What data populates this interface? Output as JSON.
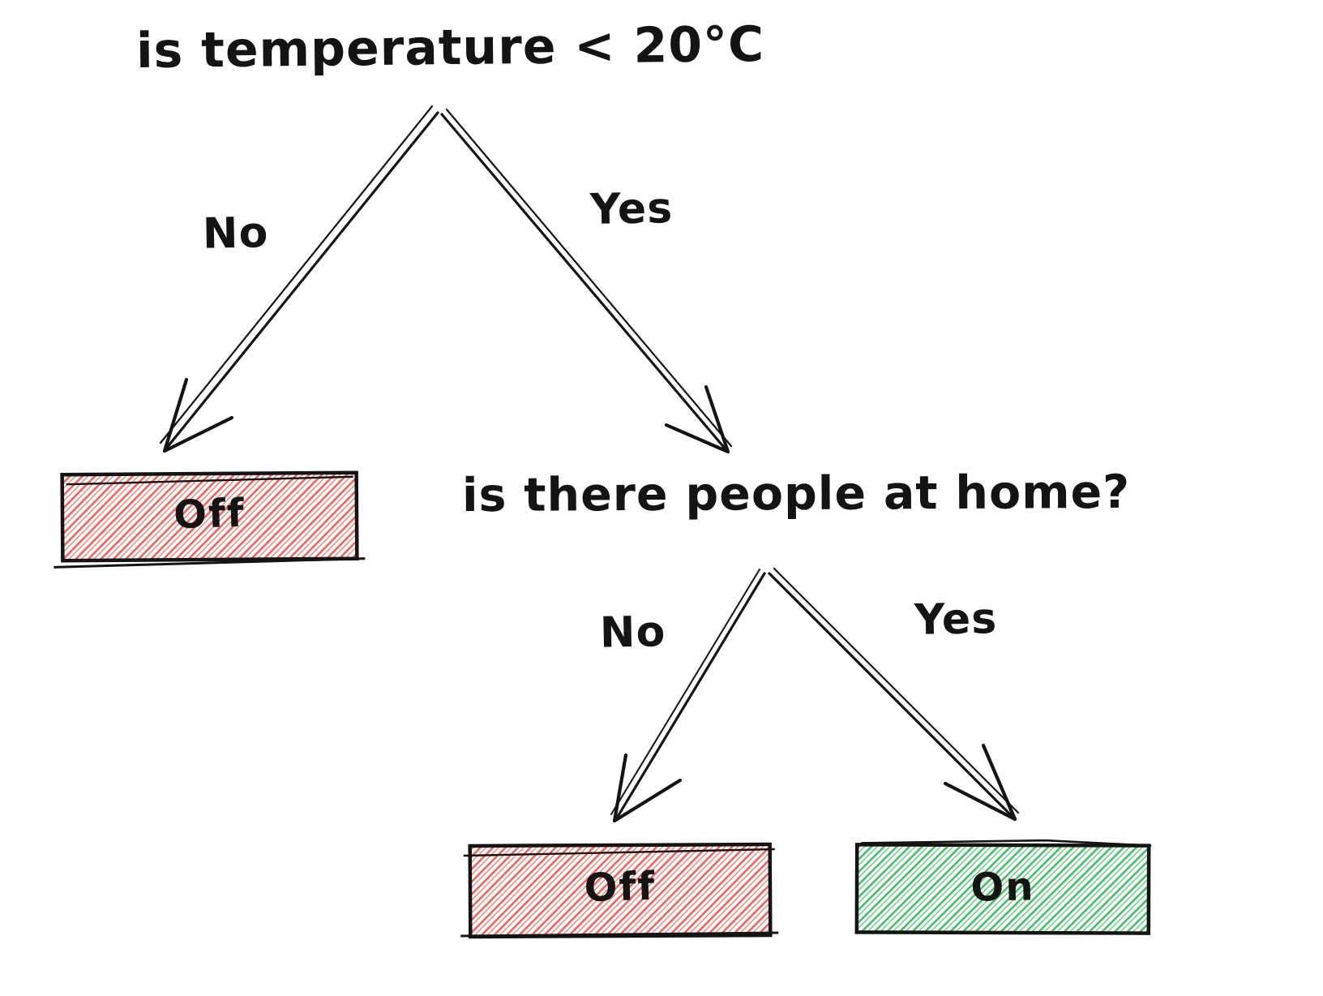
{
  "diagram": {
    "question1": "is temperature < 20°C",
    "question2": "is there people at home?",
    "labels": {
      "q1_no": "No",
      "q1_yes": "Yes",
      "q2_no": "No",
      "q2_yes": "Yes"
    },
    "results": {
      "q1_no": "Off",
      "q2_no": "Off",
      "q2_yes": "On"
    },
    "colors": {
      "off_hatch": "#f2605a",
      "on_hatch": "#3fbf63",
      "ink": "#141414"
    }
  }
}
